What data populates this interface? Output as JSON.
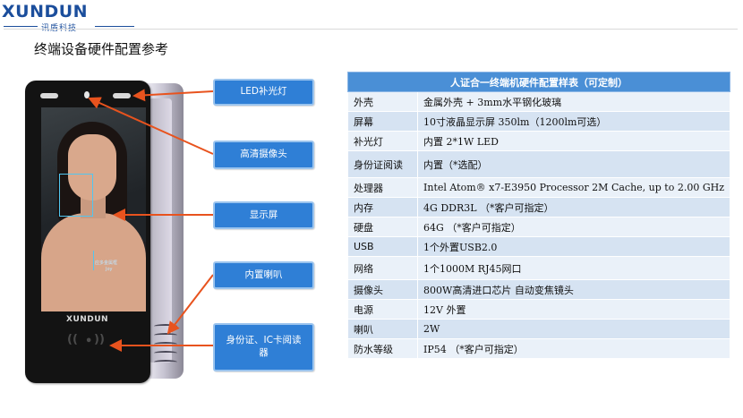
{
  "logo": {
    "brand": "XUNDUN",
    "sub": "讯盾科技",
    "color": "#1b4e9c"
  },
  "page_title": "终端设备硬件配置参考",
  "device": {
    "brand": "XUNDUN",
    "reader_glyphs": [
      "((",
      "•",
      "))"
    ],
    "screen_tag_1": "应多金属框",
    "screen_tag_2": "Joy"
  },
  "callouts": [
    {
      "id": "led",
      "label": "LED补光灯"
    },
    {
      "id": "camera",
      "label": "高清摄像头"
    },
    {
      "id": "display",
      "label": "显示屏"
    },
    {
      "id": "speaker",
      "label": "内置喇叭"
    },
    {
      "id": "reader",
      "label": "身份证、IC卡阅读器"
    }
  ],
  "table": {
    "title": "人证合一终端机硬件配置样表（可定制）",
    "rows": [
      {
        "key": "外壳",
        "value": "金属外壳 + 3mm水平钢化玻璃"
      },
      {
        "key": "屏幕",
        "value": "10寸液晶显示屏 350lm（1200lm可选）"
      },
      {
        "key": "补光灯",
        "value": "内置 2*1W LED"
      },
      {
        "key": "身份证阅读",
        "value": "内置（*选配）"
      },
      {
        "key": "处理器",
        "value": "Intel Atom® x7-E3950 Processor 2M Cache, up to 2.00 GHz"
      },
      {
        "key": "内存",
        "value": "4G DDR3L （*客户可指定）"
      },
      {
        "key": "硬盘",
        "value": "64G （*客户可指定）"
      },
      {
        "key": "USB",
        "value": "1个外置USB2.0"
      },
      {
        "key": "网络",
        "value": "1个1000M RJ45网口"
      },
      {
        "key": "摄像头",
        "value": "800W高清进口芯片 自动变焦镜头"
      },
      {
        "key": "电源",
        "value": "12V 外置"
      },
      {
        "key": "喇叭",
        "value": "2W"
      },
      {
        "key": "防水等级",
        "value": "IP54 （*客户可指定）"
      }
    ]
  },
  "colors": {
    "callout": "#2f7fd6",
    "arrow": "#e8531e",
    "header": "#4a8fd6"
  }
}
